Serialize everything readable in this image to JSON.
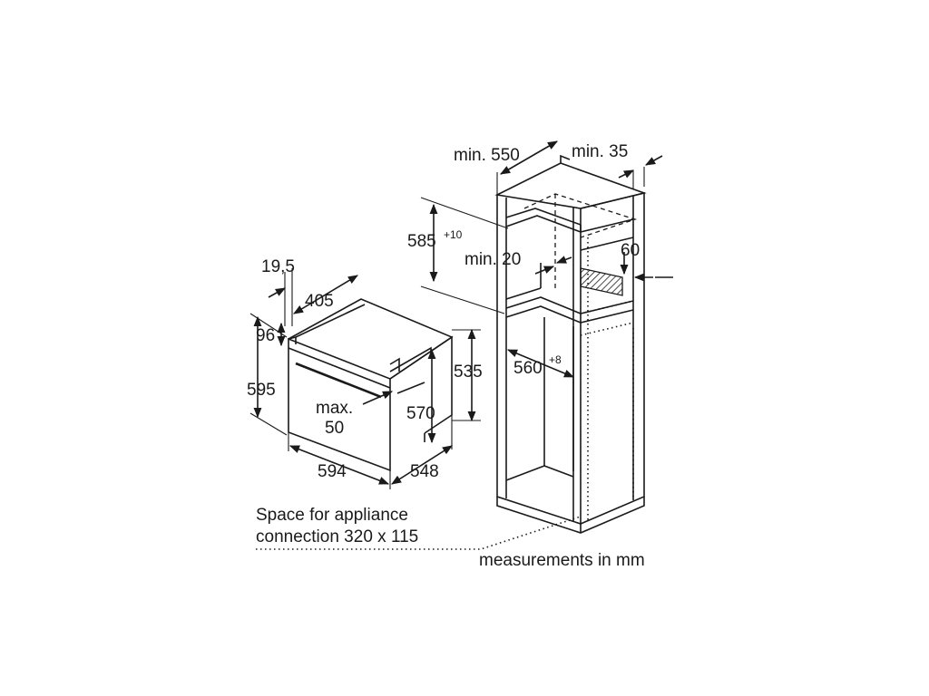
{
  "dimensions": {
    "oven_height": "595",
    "oven_depth_top": "96",
    "oven_door_depth": "19,5",
    "oven_top_depth": "405",
    "oven_body_height": "535",
    "oven_inner_height": "570",
    "oven_width": "594",
    "oven_depth": "548",
    "handle_max_label": "max.",
    "handle_max_value": "50",
    "niche_min_depth": "min. 550",
    "niche_min_clearance": "min. 35",
    "niche_height": "585",
    "niche_height_tol": "+10",
    "niche_min_gap": "min. 20",
    "vent_height": "60",
    "niche_width": "560",
    "niche_width_tol": "+8"
  },
  "notes": {
    "connection_line1": "Space for appliance",
    "connection_line2": "connection 320 x 115",
    "units": "measurements in mm"
  }
}
